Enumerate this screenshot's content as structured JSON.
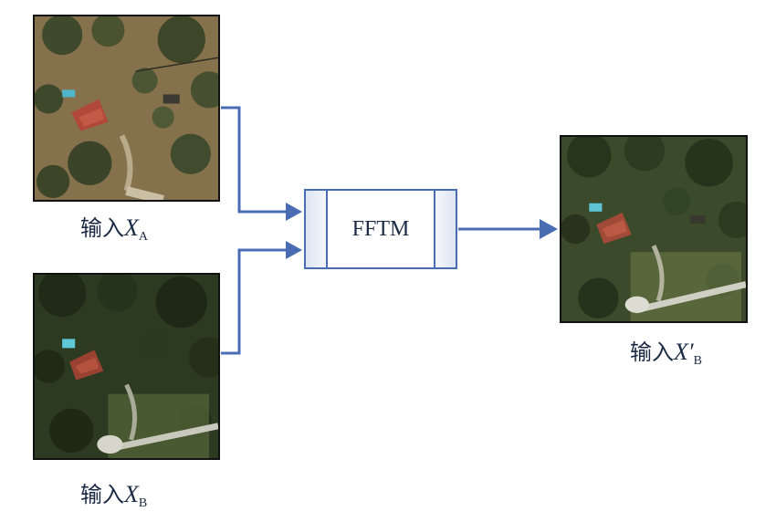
{
  "inputs": [
    {
      "prefix": "输入",
      "variable": "X",
      "subscript": "A",
      "prime": ""
    },
    {
      "prefix": "输入",
      "variable": "X",
      "subscript": "B",
      "prime": ""
    }
  ],
  "output": {
    "prefix": "输入",
    "variable": "X",
    "subscript": "B",
    "prime": "′"
  },
  "module": {
    "label": "FFTM"
  },
  "colors": {
    "arrow": "#4a6cb3",
    "box_border": "#4a6cb3",
    "text": "#1b2a44"
  }
}
